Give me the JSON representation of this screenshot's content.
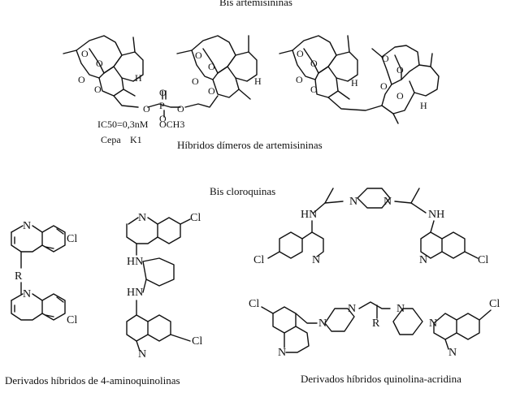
{
  "captions": {
    "bis_artemisininas": "Bis artemisininas",
    "hibridos_dimeros": "Híbridos dímeros de artemisininas",
    "bis_cloroquinas": "Bis cloroquinas",
    "derivados_4aminoquinolinas": "Derivados híbridos de 4-aminoquinolinas",
    "derivados_quinolina_acridina": "Derivados híbridos quinolina-acridina"
  },
  "structure1": {
    "ic50": "IC50=0,3nM",
    "cepa": "Cepa",
    "k1": "K1",
    "och3": "OCH3",
    "h": "H",
    "p": "P"
  },
  "structure2": {
    "h": "H"
  },
  "structure3": {
    "h": "H",
    "h2": "H"
  },
  "atom_labels": {
    "N": "N",
    "Cl": "Cl",
    "R": "R",
    "HN": "HN",
    "NH": "NH",
    "O": "O"
  }
}
